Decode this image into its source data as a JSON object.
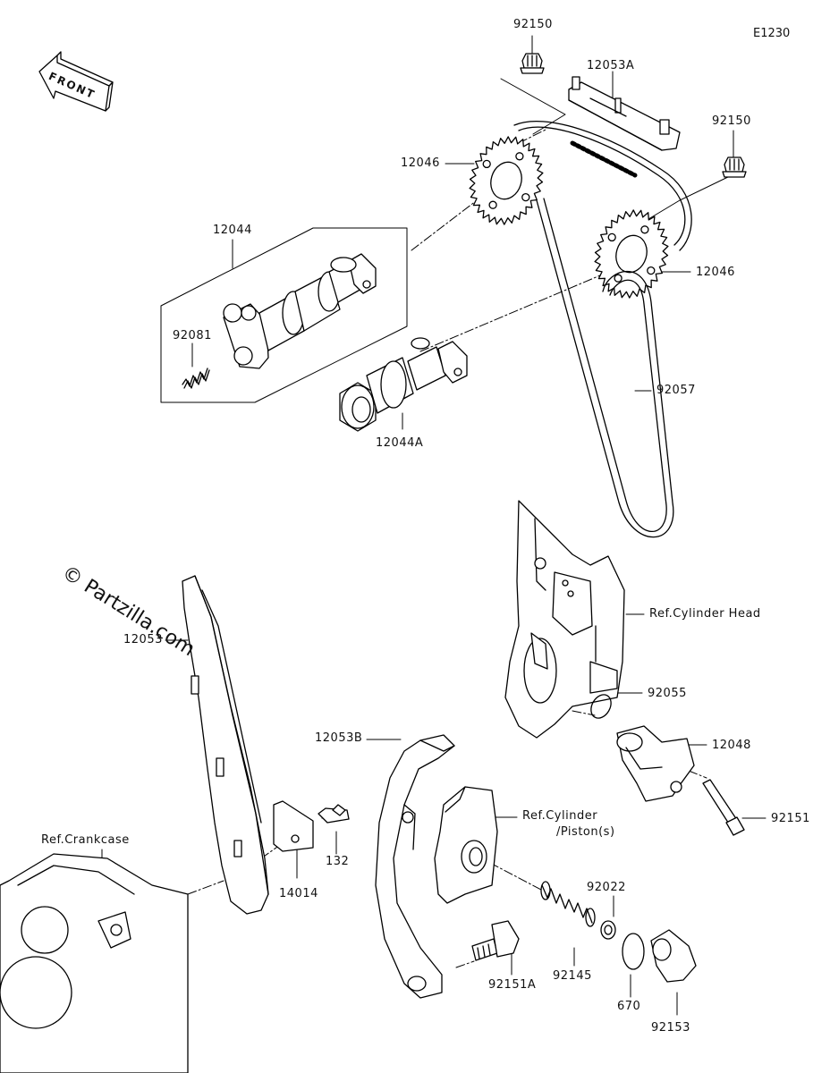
{
  "diagram": {
    "code": "E1230",
    "front_label": "FRONT",
    "watermark": "© Partzilla.com",
    "parts": {
      "p92150_top": "92150",
      "p12053A": "12053A",
      "p92150_right": "92150",
      "p12046_top": "12046",
      "p12046_right": "12046",
      "p12044": "12044",
      "p92081": "92081",
      "p12044A": "12044A",
      "p92057": "92057",
      "ref_cyl_head": "Ref.Cylinder Head",
      "p12053": "12053",
      "p92055": "92055",
      "p12048": "12048",
      "p12053B": "12053B",
      "ref_cyl_piston_1": "Ref.Cylinder",
      "ref_cyl_piston_2": "/Piston(s)",
      "p92151": "92151",
      "ref_crankcase": "Ref.Crankcase",
      "p132": "132",
      "p14014": "14014",
      "p92022": "92022",
      "p92145": "92145",
      "p670": "670",
      "p92151A": "92151A",
      "p92153": "92153"
    }
  }
}
